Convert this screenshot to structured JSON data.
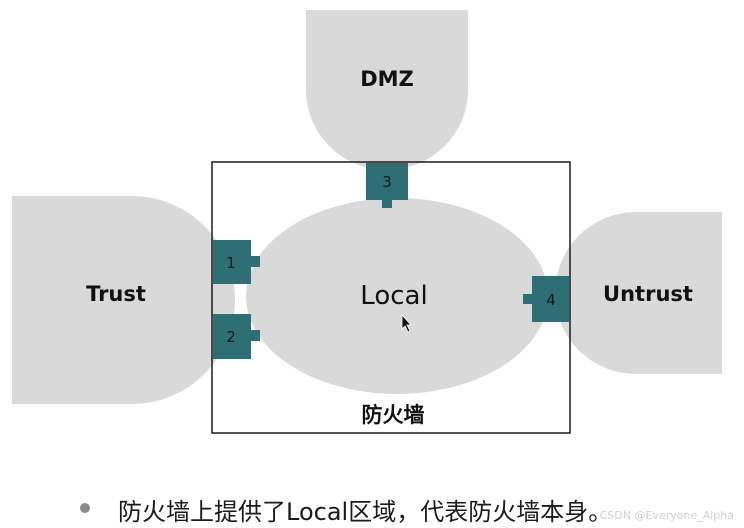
{
  "zones": {
    "dmz": "DMZ",
    "trust": "Trust",
    "untrust": "Untrust",
    "local": "Local"
  },
  "firewall_label": "防火墙",
  "ports": [
    "1",
    "2",
    "3",
    "4"
  ],
  "caption": "防火墙上提供了Local区域，代表防火墙本身。",
  "watermark": "CSDN @Everyone_Alpha",
  "colors": {
    "zone_fill": "#d9d9d9",
    "port_fill": "#2e6e74",
    "border": "#1a1a1a"
  }
}
